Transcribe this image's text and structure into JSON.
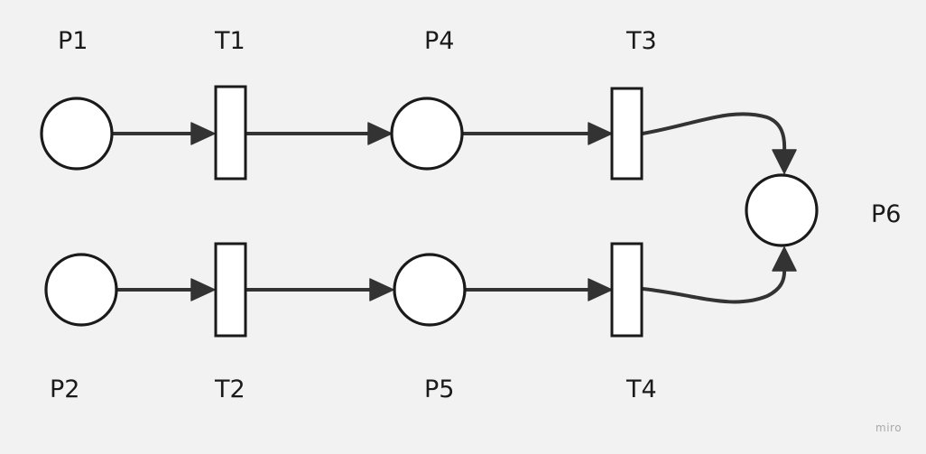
{
  "labels": {
    "p1": "P1",
    "p2": "P2",
    "p4": "P4",
    "p5": "P5",
    "p6": "P6",
    "t1": "T1",
    "t2": "T2",
    "t3": "T3",
    "t4": "T4"
  },
  "watermark": "miro",
  "colors": {
    "background": "#f2f2f2",
    "stroke": "#1a1a1a",
    "fill": "#ffffff"
  }
}
